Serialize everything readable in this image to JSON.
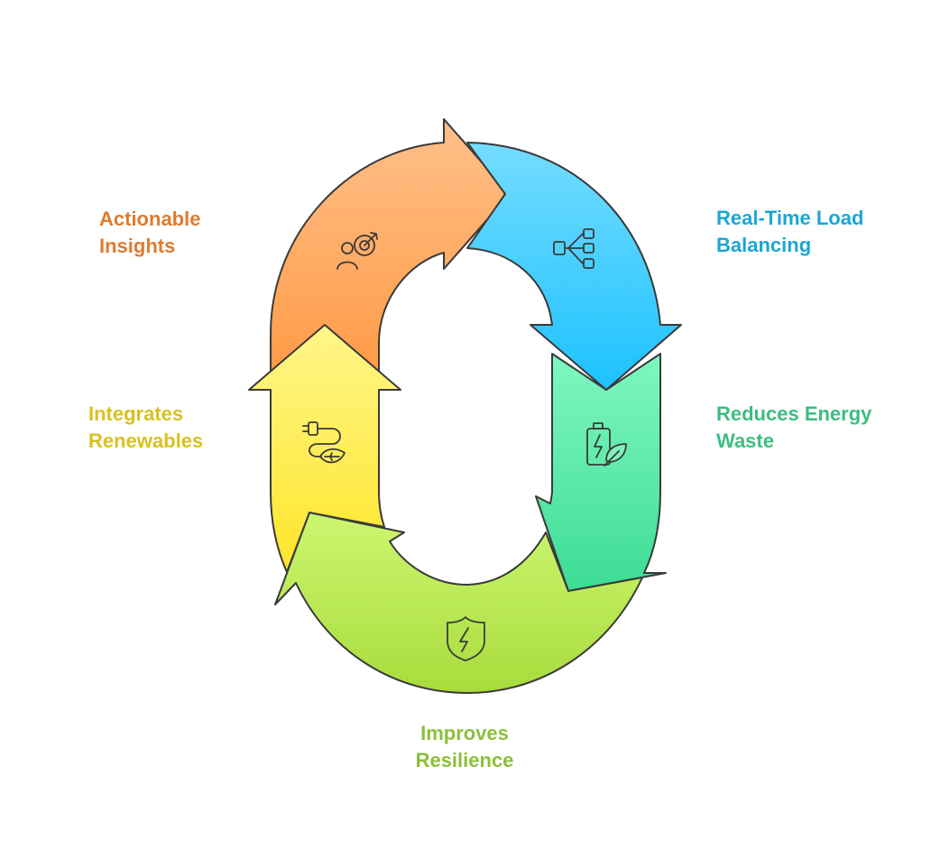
{
  "steps": [
    {
      "id": "actionable-insights",
      "line1": "Actionable",
      "line2": "Insights",
      "color": "#e07b2e",
      "icon": "target-person-icon"
    },
    {
      "id": "real-time-load-balancing",
      "line1": "Real-Time Load",
      "line2": "Balancing",
      "color": "#1aa6d6",
      "icon": "distribution-network-icon"
    },
    {
      "id": "reduces-energy-waste",
      "line1": "Reduces Energy",
      "line2": "Waste",
      "color": "#3dbd82",
      "icon": "battery-leaf-icon"
    },
    {
      "id": "improves-resilience",
      "line1": "Improves",
      "line2": "Resilience",
      "color": "#8cbf3a",
      "icon": "shield-bolt-icon"
    },
    {
      "id": "integrates-renewables",
      "line1": "Integrates",
      "line2": "Renewables",
      "color": "#d8c21e",
      "icon": "plug-leaf-icon"
    }
  ]
}
